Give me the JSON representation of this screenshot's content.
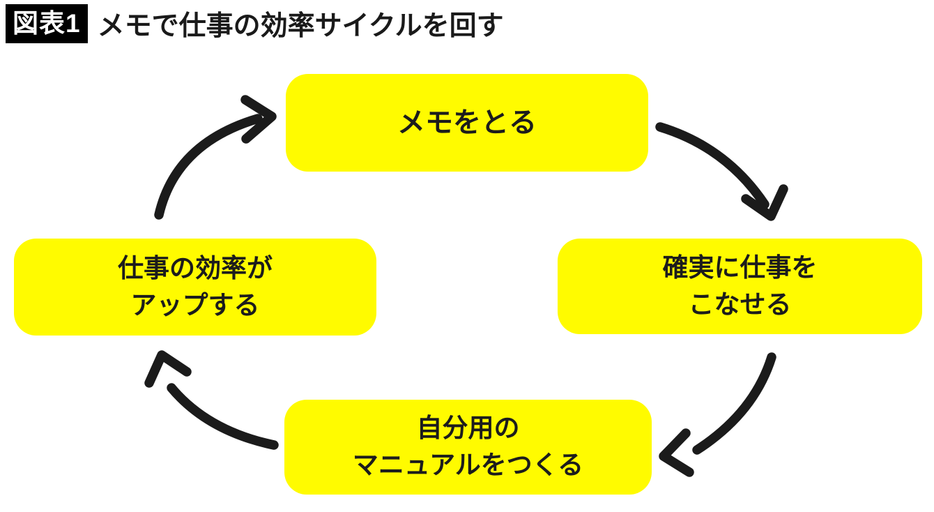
{
  "page": {
    "background": "#ffffff"
  },
  "header": {
    "badge_label": "図表1",
    "badge_bg": "#000000",
    "badge_text_color": "#ffffff",
    "title": "メモで仕事の効率サイクルを回す",
    "title_color": "#1a1a1a"
  },
  "diagram": {
    "type": "cycle",
    "flow_direction": "clockwise",
    "box_bg": "#fffb00",
    "box_text_color": "#1c1c1c",
    "arrow_color": "#1b1b1b",
    "nodes": [
      {
        "id": "take-memo",
        "position": "top",
        "lines": [
          "メモをとる"
        ]
      },
      {
        "id": "reliable-work",
        "position": "right",
        "lines": [
          "確実に仕事を",
          "こなせる"
        ]
      },
      {
        "id": "make-manual",
        "position": "bottom",
        "lines": [
          "自分用の",
          "マニュアルをつくる"
        ]
      },
      {
        "id": "efficiency-up",
        "position": "left",
        "lines": [
          "仕事の効率が",
          "アップする"
        ]
      }
    ]
  }
}
